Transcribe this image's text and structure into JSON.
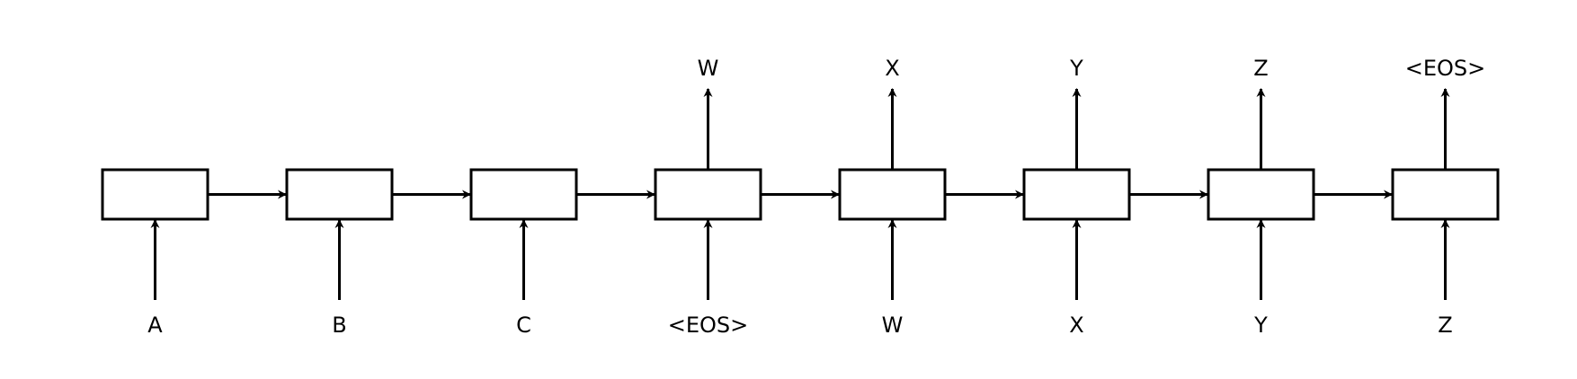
{
  "diagram": {
    "type": "sequence-to-sequence",
    "steps": [
      {
        "input": "A",
        "output": ""
      },
      {
        "input": "B",
        "output": ""
      },
      {
        "input": "C",
        "output": ""
      },
      {
        "input": "<EOS>",
        "output": "W"
      },
      {
        "input": "W",
        "output": "X"
      },
      {
        "input": "X",
        "output": "Y"
      },
      {
        "input": "Y",
        "output": "Z"
      },
      {
        "input": "Z",
        "output": "<EOS>"
      }
    ]
  }
}
